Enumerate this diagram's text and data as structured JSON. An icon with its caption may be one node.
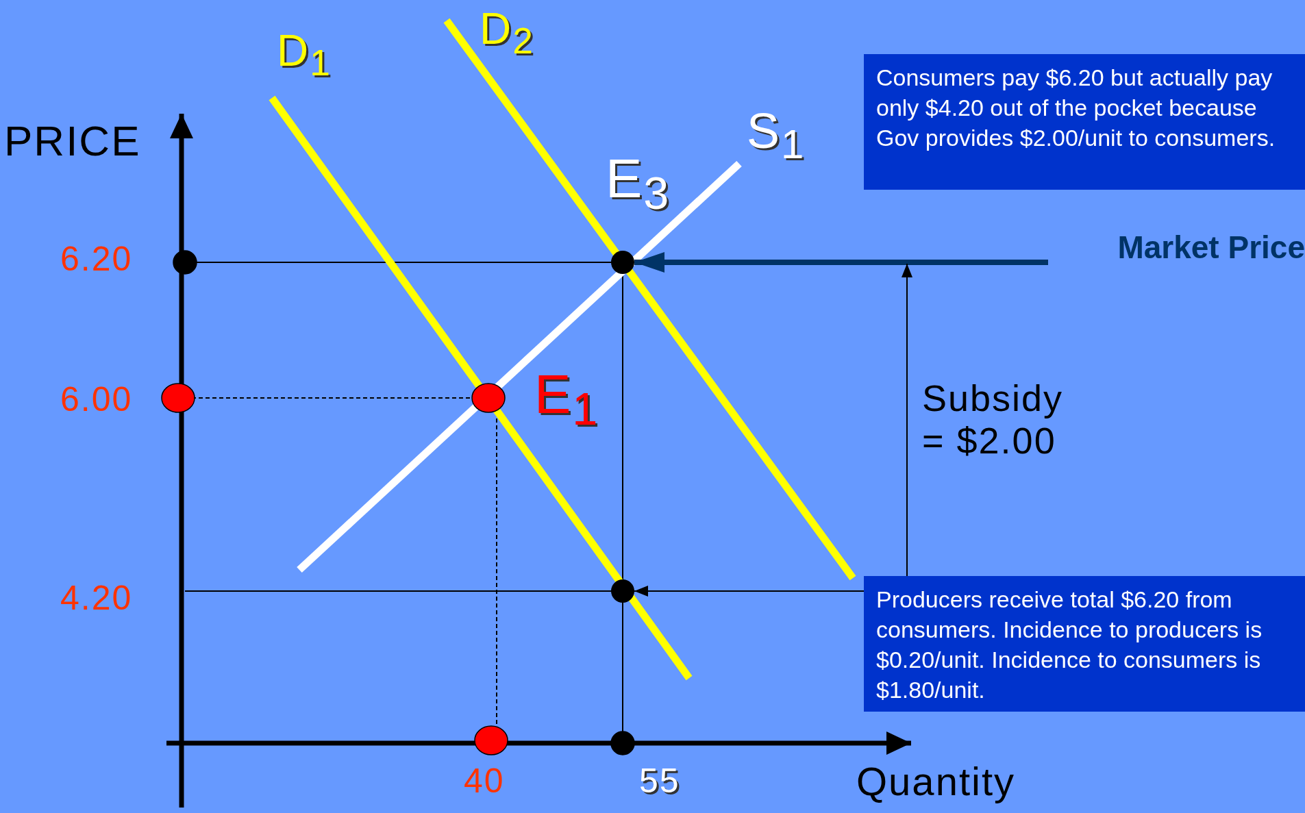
{
  "diagram": {
    "nodes": [
      {
        "text": [
          "Consumers pay $6.20 but actually pay only $4.20 out of the pocket because Gov provides $2.00/unit to consumers."
        ]
      },
      {
        "text": [
          "Market Price"
        ]
      },
      {
        "text": [],
        "shape": "circle"
      },
      {
        "text": [
          "Producers receive total $6.20 from consumers. Incidence to producers is $0.20/unit. Incidence to consumers is $1.80/unit."
        ]
      },
      {
        "text": [],
        "shape": "circle"
      }
    ],
    "edges": [
      {
        "from": 1,
        "to": 2,
        "arrow": "to",
        "style": "thick",
        "color": "#003366"
      },
      {
        "from": 3,
        "to": 4,
        "arrow": "to",
        "color": "#000000"
      },
      {
        "from": 3,
        "to": null,
        "arrow": "to",
        "color": "#000000"
      }
    ],
    "labels": [
      "D$_{2}$",
      "D$_{1}$",
      "PRICE",
      "S$_{1}$",
      "E$_{3}$",
      "6.20",
      "6.00",
      "E$_{1}$",
      "Subsidy = $2.00",
      "4.20",
      "40",
      "55",
      "Quantity"
    ]
  }
}
